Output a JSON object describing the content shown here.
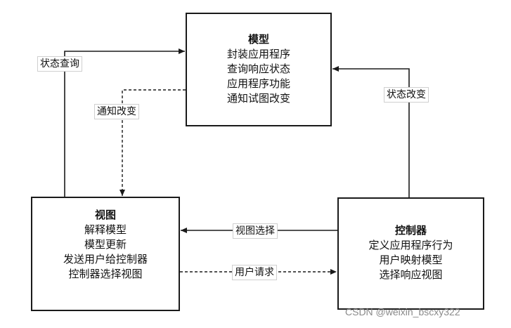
{
  "model": {
    "title": "模型",
    "lines": [
      "封装应用程序",
      "查询响应状态",
      "应用程序功能",
      "通知试图改变"
    ]
  },
  "view": {
    "title": "视图",
    "lines": [
      "解释模型",
      "模型更新",
      "发送用户给控制器",
      "控制器选择视图"
    ]
  },
  "controller": {
    "title": "控制器",
    "lines": [
      "定义应用程序行为",
      "用户映射模型",
      "选择响应视图"
    ]
  },
  "edges": {
    "state_query": "状态查询",
    "notify_change": "通知改变",
    "state_change": "状态改变",
    "view_select": "视图选择",
    "user_request": "用户请求"
  },
  "watermark": "CSDN @weixin_bscxy322"
}
